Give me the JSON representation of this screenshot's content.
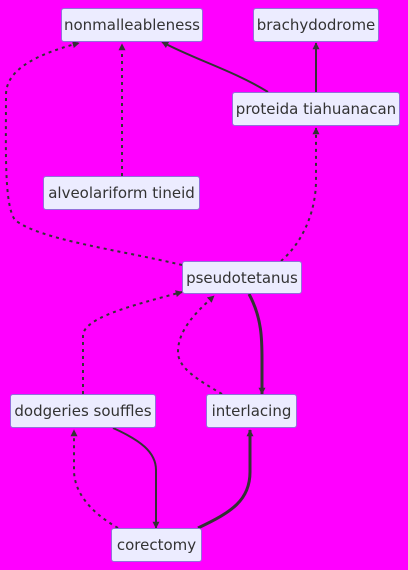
{
  "nodes": {
    "nonmalleableness": "nonmalleableness",
    "brachydodrome": "brachydodrome",
    "proteida": "proteida tiahuanacan",
    "alveolariform": "alveolariform tineid",
    "pseudotetanus": "pseudotetanus",
    "dodgeries": "dodgeries souffles",
    "interlacing": "interlacing",
    "corectomy": "corectomy"
  },
  "edges": [
    {
      "from": "proteida",
      "to": "nonmalleableness",
      "style": "solid"
    },
    {
      "from": "proteida",
      "to": "brachydodrome",
      "style": "solid"
    },
    {
      "from": "alveolariform",
      "to": "nonmalleableness",
      "style": "dotted"
    },
    {
      "from": "pseudotetanus",
      "to": "nonmalleableness",
      "style": "dotted"
    },
    {
      "from": "pseudotetanus",
      "to": "proteida",
      "style": "dotted"
    },
    {
      "from": "pseudotetanus",
      "to": "interlacing",
      "style": "thick"
    },
    {
      "from": "dodgeries",
      "to": "pseudotetanus",
      "style": "dotted"
    },
    {
      "from": "interlacing",
      "to": "pseudotetanus",
      "style": "dotted"
    },
    {
      "from": "dodgeries",
      "to": "corectomy",
      "style": "solid"
    },
    {
      "from": "corectomy",
      "to": "dodgeries",
      "style": "dotted"
    },
    {
      "from": "corectomy",
      "to": "interlacing",
      "style": "thick"
    }
  ],
  "colors": {
    "background": "#ff00ff",
    "node_fill": "#ececff",
    "node_border": "#9370db",
    "edge": "#333333",
    "text": "#333333"
  }
}
